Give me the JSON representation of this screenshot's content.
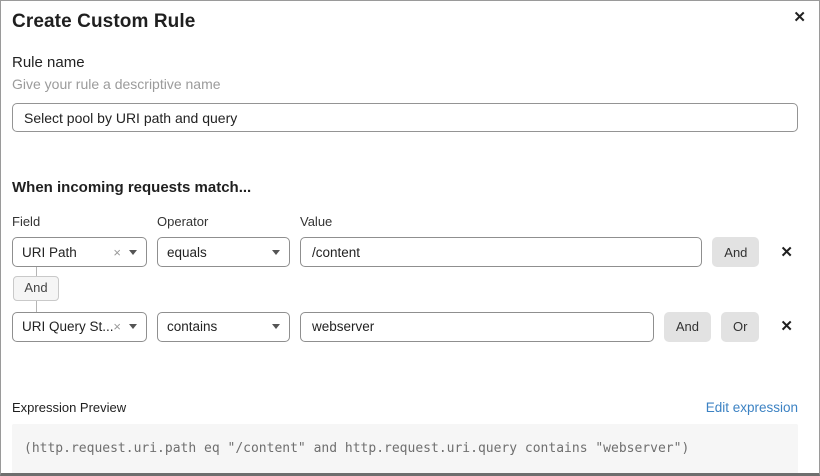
{
  "dialog": {
    "title": "Create Custom Rule"
  },
  "icons": {
    "close": "✕",
    "clear": "×",
    "row_delete": "✕"
  },
  "rule_name": {
    "label": "Rule name",
    "help": "Give your rule a descriptive name",
    "value": "Select pool by URI path and query"
  },
  "matcher": {
    "heading": "When incoming requests match...",
    "columns": {
      "field": "Field",
      "operator": "Operator",
      "value": "Value"
    },
    "connector_label": "And",
    "rows": [
      {
        "field": "URI Path",
        "operator": "equals",
        "value": "/content",
        "buttons": [
          "And"
        ]
      },
      {
        "field": "URI Query St...",
        "operator": "contains",
        "value": "webserver",
        "buttons": [
          "And",
          "Or"
        ]
      }
    ]
  },
  "expression": {
    "label": "Expression Preview",
    "edit_link": "Edit expression",
    "code": "(http.request.uri.path eq \"/content\" and http.request.uri.query contains \"webserver\")"
  },
  "colors": {
    "link_blue": "#3c82c3",
    "button_gray": "#e2e2e2",
    "code_bg": "#f6f6f6"
  }
}
